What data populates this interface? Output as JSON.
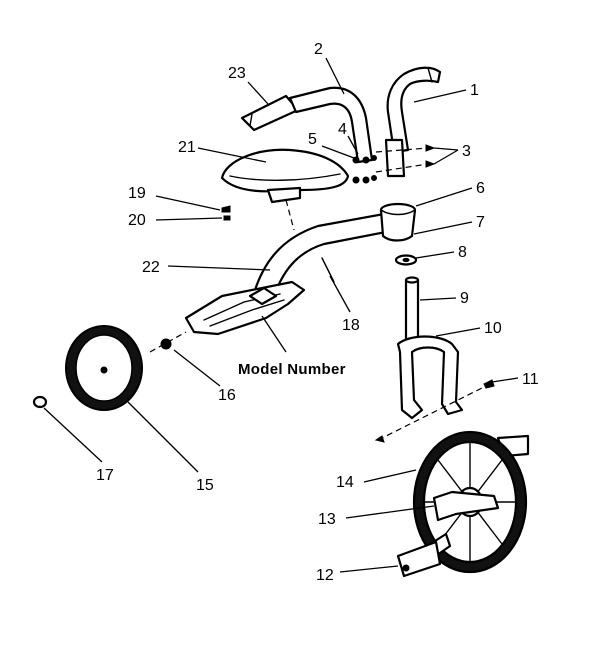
{
  "callouts": {
    "p1": "1",
    "p2": "2",
    "p3": "3",
    "p4": "4",
    "p5": "5",
    "p6": "6",
    "p7": "7",
    "p8": "8",
    "p9": "9",
    "p10": "10",
    "p11": "11",
    "p12": "12",
    "p13": "13",
    "p14": "14",
    "p15": "15",
    "p16": "16",
    "p17": "17",
    "p18": "18",
    "p19": "19",
    "p20": "20",
    "p21": "21",
    "p22": "22",
    "p23": "23"
  },
  "model_number_label": "Model Number"
}
